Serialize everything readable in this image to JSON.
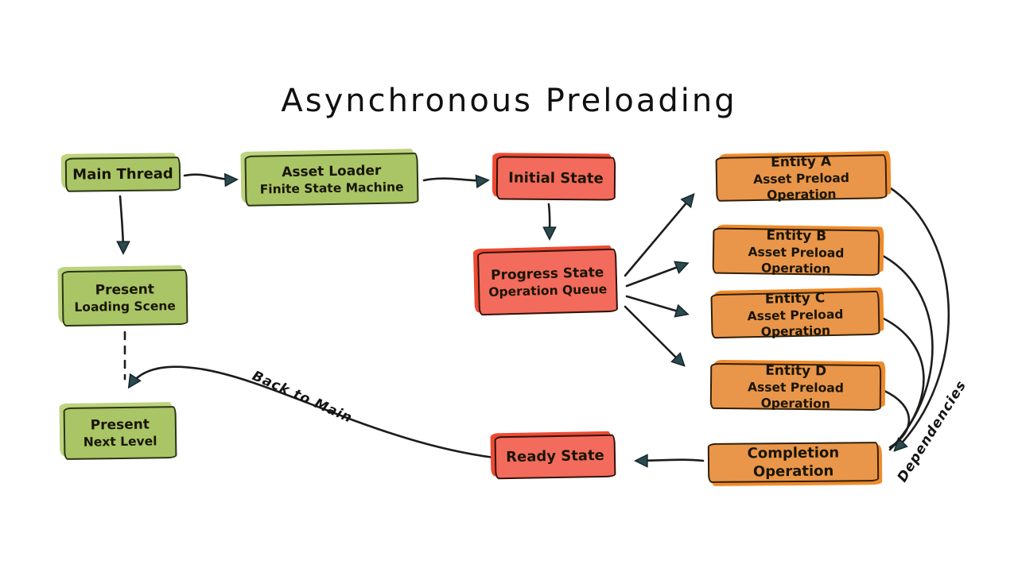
{
  "title": "Asynchronous Preloading",
  "colors": {
    "green_fill": "#a9c566",
    "green_shadow": "#bdd37d",
    "red_fill": "#f26b5c",
    "red_shadow": "#ee4a33",
    "orange_fill": "#e9964a",
    "orange_shadow": "#ef8b2b",
    "line": "#1d1d1b",
    "arrowhead": "#2a4a50",
    "background": "#ffffff"
  },
  "nodes": {
    "main_thread": {
      "line1": "Main Thread"
    },
    "asset_loader": {
      "line1": "Asset Loader",
      "line2": "Finite State Machine"
    },
    "initial_state": {
      "line1": "Initial State"
    },
    "progress_state": {
      "line1": "Progress State",
      "line2": "Operation Queue"
    },
    "entity_a": {
      "line1": "Entity A",
      "line2": "Asset Preload Operation"
    },
    "entity_b": {
      "line1": "Entity B",
      "line2": "Asset Preload Operation"
    },
    "entity_c": {
      "line1": "Entity C",
      "line2": "Asset Preload Operation"
    },
    "entity_d": {
      "line1": "Entity D",
      "line2": "Asset Preload Operation"
    },
    "completion_operation": {
      "line1": "Completion Operation"
    },
    "ready_state": {
      "line1": "Ready State"
    },
    "present_loading_scene": {
      "line1": "Present",
      "line2": "Loading Scene"
    },
    "present_next_level": {
      "line1": "Present",
      "line2": "Next Level"
    }
  },
  "edge_labels": {
    "back_to_main": "Back to Main",
    "dependencies": "Dependencies"
  }
}
